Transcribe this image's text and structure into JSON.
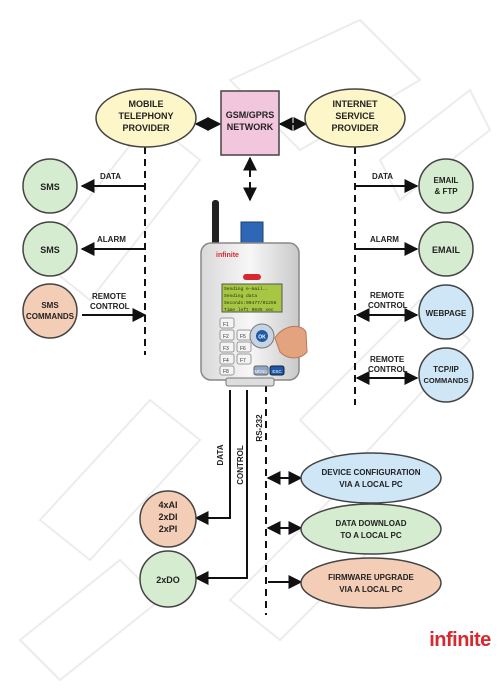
{
  "providers": {
    "mobile": [
      "MOBILE",
      "TELEPHONY",
      "PROVIDER"
    ],
    "network": [
      "GSM/GPRS",
      "NETWORK"
    ],
    "internet": [
      "INTERNET",
      "SERVICE",
      "PROVIDER"
    ]
  },
  "left_nodes": [
    {
      "lines": [
        "SMS"
      ],
      "link_label": [
        "DATA"
      ],
      "color": "#d6ecd0"
    },
    {
      "lines": [
        "SMS"
      ],
      "link_label": [
        "ALARM"
      ],
      "color": "#d6ecd0"
    },
    {
      "lines": [
        "SMS",
        "COMMANDS"
      ],
      "link_label": [
        "REMOTE",
        "CONTROL"
      ],
      "color": "#f4cdb6"
    }
  ],
  "right_nodes": [
    {
      "lines": [
        "EMAIL",
        "& FTP"
      ],
      "link_label": [
        "DATA"
      ],
      "color": "#d6ecd0"
    },
    {
      "lines": [
        "EMAIL"
      ],
      "link_label": [
        "ALARM"
      ],
      "color": "#d6ecd0"
    },
    {
      "lines": [
        "WEBPAGE"
      ],
      "link_label": [
        "REMOTE",
        "CONTROL"
      ],
      "color": "#cfe6f7"
    },
    {
      "lines": [
        "TCP/IP",
        "COMMANDS"
      ],
      "link_label": [
        "REMOTE",
        "CONTROL"
      ],
      "color": "#cfe6f7"
    }
  ],
  "device": {
    "logo": "infinite",
    "screen_lines": [
      "Sending e-mail..",
      "Sending data",
      "Seconds:00477/01256",
      "Time left 0035 sec"
    ],
    "keys": [
      "F1",
      "F2",
      "F3",
      "F4",
      "F5",
      "F6",
      "F7",
      "F8"
    ],
    "ok": "OK",
    "menu": "MENU",
    "esc": "ESC"
  },
  "bottom": {
    "data_label": "DATA",
    "control_label": "CONTROL",
    "rs_label": "RS-232",
    "io_node": [
      "4xAI",
      "2xDI",
      "2xPI"
    ],
    "do_node": [
      "2xDO"
    ],
    "pc_nodes": [
      {
        "lines": [
          "DEVICE CONFIGURATION",
          "VIA A LOCAL PC"
        ],
        "color": "#cfe6f7"
      },
      {
        "lines": [
          "DATA DOWNLOAD",
          "TO A LOCAL PC"
        ],
        "color": "#d6ecd0"
      },
      {
        "lines": [
          "FIRMWARE UPGRADE",
          "VIA A LOCAL PC"
        ],
        "color": "#f4cdb6"
      }
    ]
  },
  "brand": "infinite",
  "colors": {
    "green": "#d6ecd0",
    "blue": "#cfe6f7",
    "salmon": "#f4cdb6",
    "provider_yellow": "#fdf6c8",
    "network_pink": "#f2c6dd",
    "brand_red": "#d7282f"
  }
}
